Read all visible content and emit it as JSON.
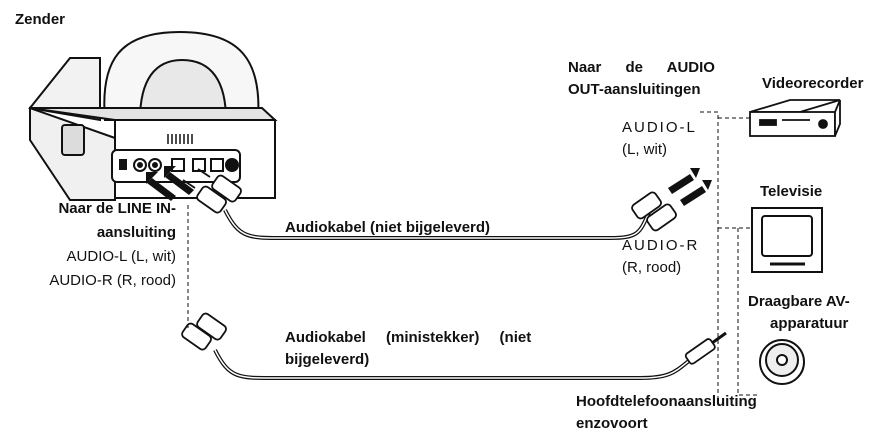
{
  "transmitter": {
    "title": "Zender"
  },
  "line_in": {
    "title_line1": "Naar de LINE IN-",
    "title_line2": "aansluiting",
    "left": "AUDIO-L (L, wit)",
    "right": "AUDIO-R (R, rood)"
  },
  "audio_out": {
    "title_line1": "Naar de AUDIO",
    "title_line2": "OUT-aansluitingen",
    "left_label": "AUDIO-L",
    "left_sub": "(L, wit)",
    "right_label": "AUDIO-R",
    "right_sub": "(R, rood)"
  },
  "devices": {
    "vcr": "Videorecorder",
    "tv": "Televisie",
    "portable_line1": "Draagbare AV-",
    "portable_line2": "apparatuur"
  },
  "cables": {
    "audio": "Audiokabel (niet bijgeleverd)",
    "mini_line1": "Audiokabel (ministekker) (niet",
    "mini_line2": "bijgeleverd)"
  },
  "headphone": {
    "line1": "Hoofdtelefoonaansluiting",
    "line2": "enzovoort"
  }
}
